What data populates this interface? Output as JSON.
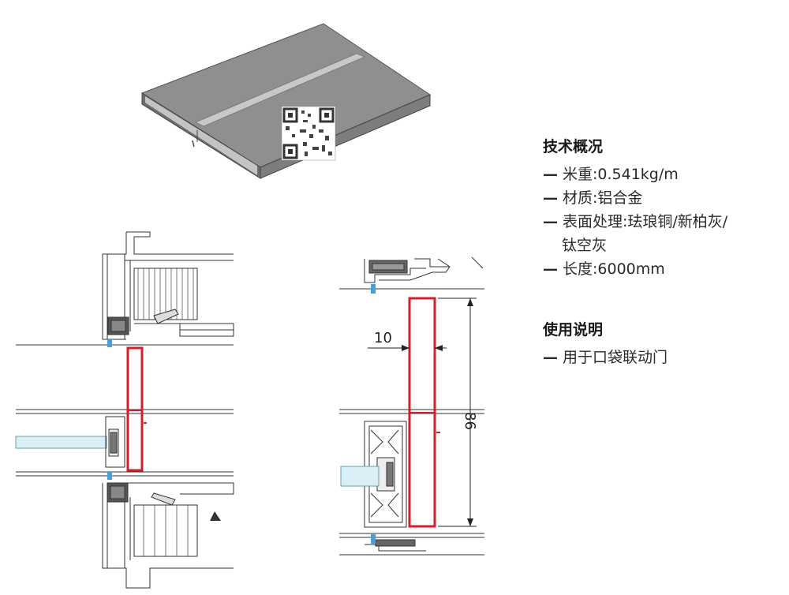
{
  "spec": {
    "title": "技术概况",
    "items": [
      {
        "marker": "—",
        "text": "米重:0.541kg/m"
      },
      {
        "marker": "—",
        "text": "材质:铝合金"
      },
      {
        "marker": "—",
        "text": "表面处理:珐琅铜/新柏灰/"
      },
      {
        "marker": "",
        "text": "钛空灰"
      },
      {
        "marker": "—",
        "text": "长度:6000mm"
      }
    ]
  },
  "usage": {
    "title": "使用说明",
    "items": [
      {
        "marker": "—",
        "text": "用于口袋联动门"
      }
    ]
  },
  "dimensions": {
    "width": "10",
    "height": "86"
  },
  "colors": {
    "profile_highlight": "#d0202a",
    "seal_blue": "#4a9fd6",
    "glass": "#d9eef5",
    "line": "#333333"
  }
}
